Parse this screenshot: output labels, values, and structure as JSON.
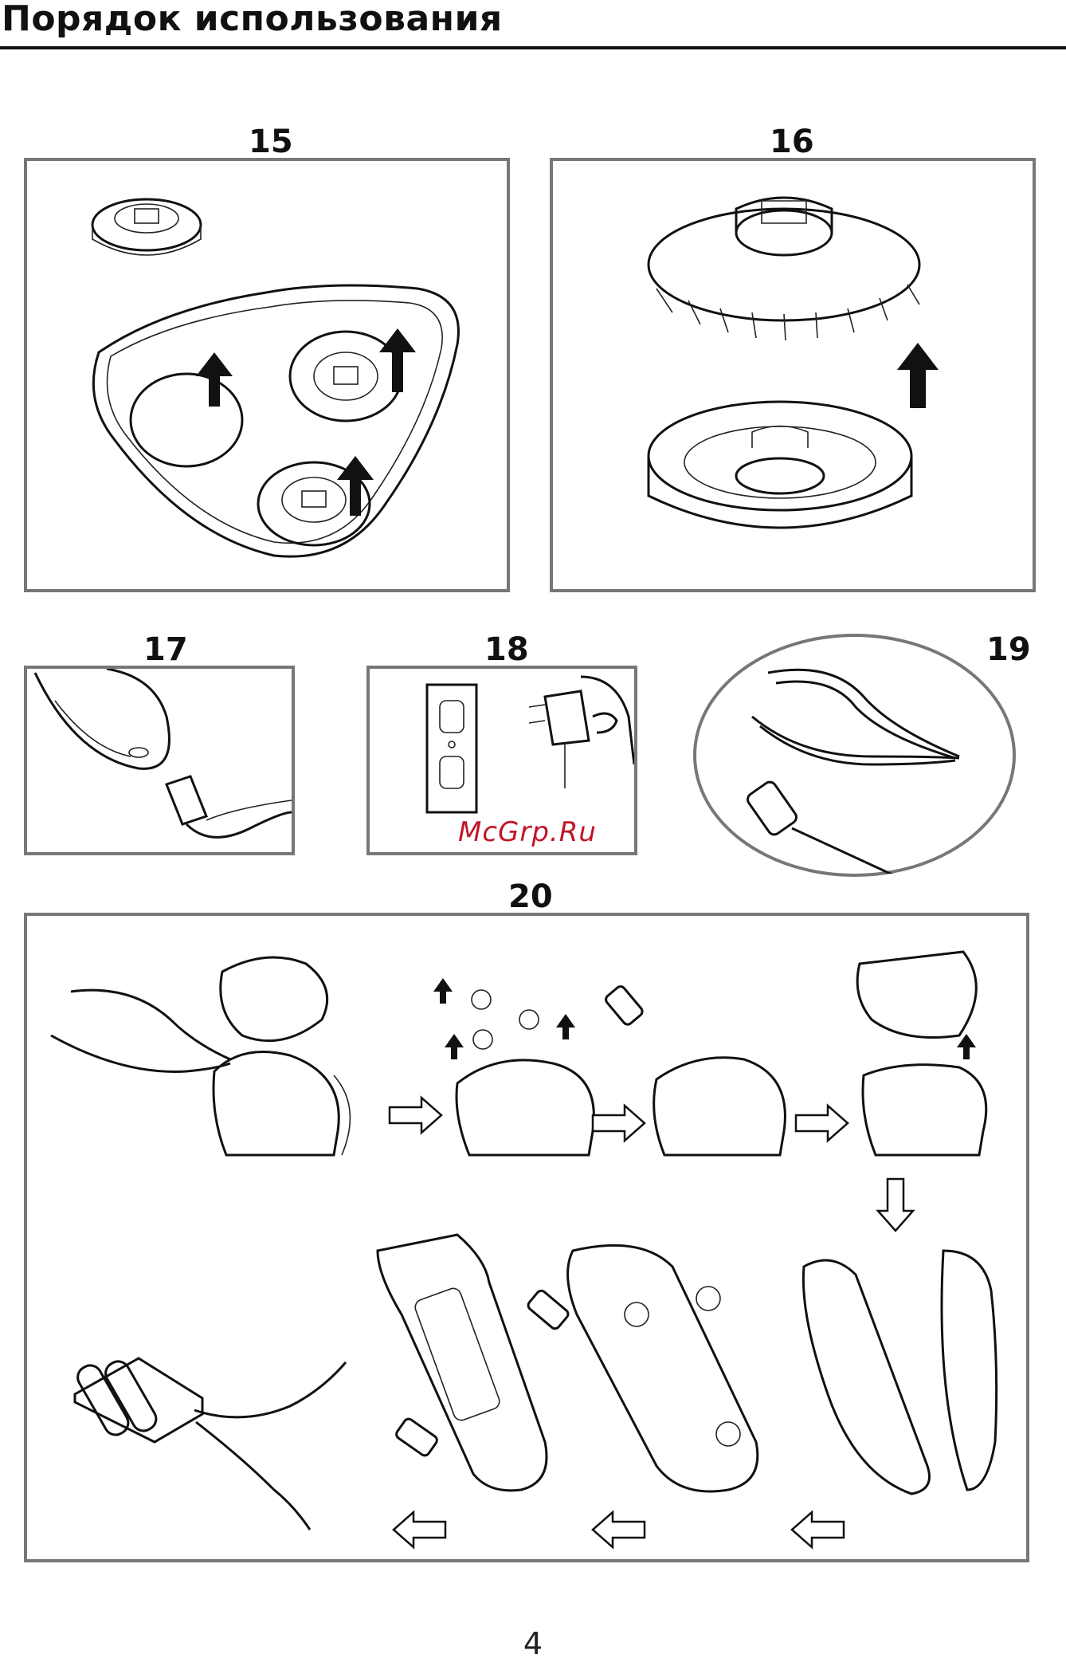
{
  "header": {
    "title": "Порядок использования"
  },
  "figures": {
    "f15": {
      "number": "15",
      "icon": "shaver-head-frame-with-cutters-icon"
    },
    "f16": {
      "number": "16",
      "icon": "cutter-and-guard-separation-icon"
    },
    "f17": {
      "number": "17",
      "icon": "charging-plug-into-shaver-icon"
    },
    "f18": {
      "number": "18",
      "icon": "adapter-into-wall-socket-icon"
    },
    "f19": {
      "number": "19",
      "icon": "pliers-and-screwdriver-icon"
    },
    "f20": {
      "number": "20",
      "icon": "battery-removal-steps-icon"
    }
  },
  "watermark": "McGrp.Ru",
  "footer": {
    "page_number": "4"
  }
}
